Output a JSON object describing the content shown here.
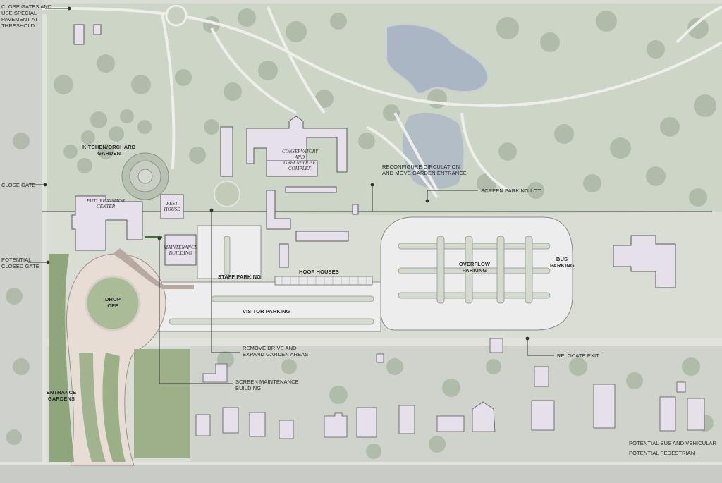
{
  "labels": {
    "close_gates": [
      "CLOSE GATES AND",
      "USE SPECIAL",
      "PAVEMENT AT",
      "THRESHOLD"
    ],
    "kitchen_garden": [
      "KITCHEN/ORCHARD",
      "GARDEN"
    ],
    "conservatory": [
      "CONSERVATORY",
      "AND",
      "GREENHOUSE",
      "COMPLEX"
    ],
    "reconfigure": [
      "RECONFIGURE CIRCULATION",
      "AND MOVE GARDEN ENTRANCE"
    ],
    "close_gate": "CLOSE GATE",
    "screen_parking": "SCREEN PARKING LOT",
    "future_visitor_center": [
      "FUTURE VISITOR",
      "CENTER"
    ],
    "rest_house": [
      "REST",
      "HOUSE"
    ],
    "maintenance_building": [
      "MAINTENANCE",
      "BUILDING"
    ],
    "potential_closed_gate": [
      "POTENTIAL",
      "CLOSED GATE"
    ],
    "overflow_parking": [
      "OVERFLOW",
      "PARKING"
    ],
    "bus_parking": [
      "BUS",
      "PARKING"
    ],
    "staff_parking": "STAFF PARKING",
    "hoop_houses": "HOOP HOUSES",
    "drop_off": [
      "DROP",
      "OFF"
    ],
    "visitor_parking": "VISITOR PARKING",
    "remove_drive": [
      "REMOVE DRIVE AND",
      "EXPAND GARDEN AREAS"
    ],
    "relocate_exit": "RELOCATE EXIT",
    "screen_maintenance": [
      "SCREEN MAINTENANCE",
      "BUILDING"
    ],
    "entrance_gardens": [
      "ENTRANCE",
      "GARDENS"
    ],
    "potential_bus": "POTENTIAL BUS AND VEHICULAR",
    "potential_pedestrian": "POTENTIAL PEDESTRIAN"
  },
  "colors": {
    "ground": "#d9ddd4",
    "lawn": "#c9d1c2",
    "tree": "#9aa994",
    "pond": "#a9b6c3",
    "building": "#e6e0ea",
    "building_stroke": "#5a5a5a",
    "pavement": "#eceded",
    "path": "#f2f2f0",
    "garden_green": "#8fa57c",
    "callout_line": "#333333"
  }
}
